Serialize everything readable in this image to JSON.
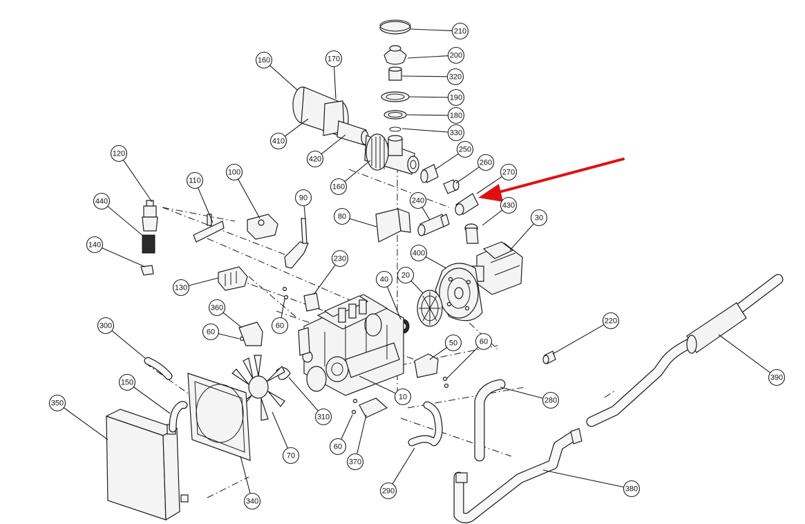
{
  "diagram": {
    "arrow_color": "#e01010",
    "callouts": [
      {
        "label": "210"
      },
      {
        "label": "200"
      },
      {
        "label": "320"
      },
      {
        "label": "190"
      },
      {
        "label": "180"
      },
      {
        "label": "330"
      },
      {
        "label": "160"
      },
      {
        "label": "170"
      },
      {
        "label": "410"
      },
      {
        "label": "420"
      },
      {
        "label": "160"
      },
      {
        "label": "250"
      },
      {
        "label": "260"
      },
      {
        "label": "270"
      },
      {
        "label": "240"
      },
      {
        "label": "430"
      },
      {
        "label": "30"
      },
      {
        "label": "120"
      },
      {
        "label": "110"
      },
      {
        "label": "100"
      },
      {
        "label": "90"
      },
      {
        "label": "440"
      },
      {
        "label": "140"
      },
      {
        "label": "80"
      },
      {
        "label": "400"
      },
      {
        "label": "230"
      },
      {
        "label": "130"
      },
      {
        "label": "40"
      },
      {
        "label": "20"
      },
      {
        "label": "60"
      },
      {
        "label": "360"
      },
      {
        "label": "60"
      },
      {
        "label": "220"
      },
      {
        "label": "300"
      },
      {
        "label": "50"
      },
      {
        "label": "60"
      },
      {
        "label": "390"
      },
      {
        "label": "150"
      },
      {
        "label": "10"
      },
      {
        "label": "280"
      },
      {
        "label": "350"
      },
      {
        "label": "310"
      },
      {
        "label": "60"
      },
      {
        "label": "70"
      },
      {
        "label": "370"
      },
      {
        "label": "290"
      },
      {
        "label": "380"
      },
      {
        "label": "340"
      }
    ]
  }
}
